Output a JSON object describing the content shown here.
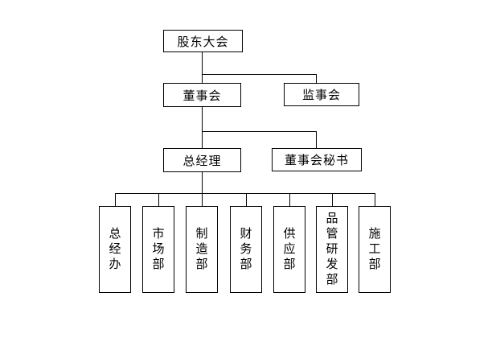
{
  "diagram": {
    "type": "org-chart",
    "colors": {
      "background": "#ffffff",
      "line": "#000000",
      "box_border": "#000000",
      "box_fill": "#ffffff",
      "text": "#000000"
    },
    "nodes": {
      "shareholders_meeting": "股东大会",
      "board_of_directors": "董事会",
      "supervisory_board": "监事会",
      "general_manager": "总经理",
      "board_secretary": "董事会秘书"
    },
    "departments": [
      "总经办",
      "市场部",
      "制造部",
      "财务部",
      "供应部",
      "品管研发部",
      "施工部"
    ]
  }
}
